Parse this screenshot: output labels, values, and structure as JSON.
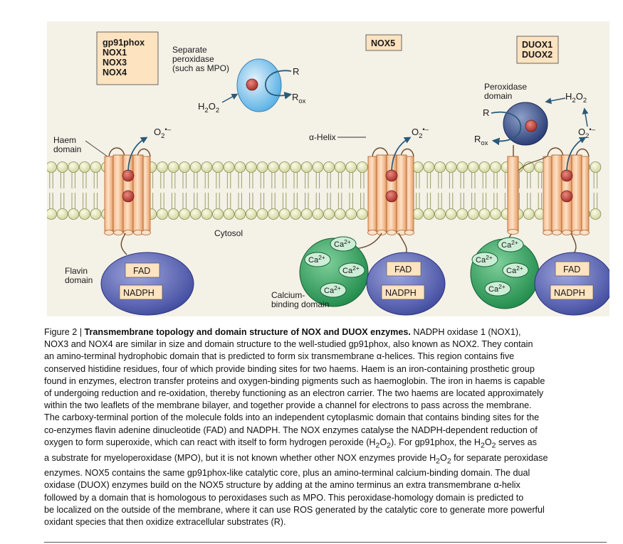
{
  "figure": {
    "groups": {
      "nox": [
        "gp91phox",
        "NOX1",
        "NOX3",
        "NOX4"
      ],
      "nox5": "NOX5",
      "duox": [
        "DUOX1",
        "DUOX2"
      ]
    },
    "labels": {
      "separate_peroxidase": [
        "Separate",
        "peroxidase",
        "(such as MPO)"
      ],
      "peroxidase_domain": [
        "Peroxidase",
        "domain"
      ],
      "haem_domain": [
        "Haem",
        "domain"
      ],
      "alpha_helix": "α-Helix",
      "flavin_domain": [
        "Flavin",
        "domain"
      ],
      "calcium_binding_domain": [
        "Calcium-",
        "binding domain"
      ],
      "cytosol": "Cytosol",
      "fad": "FAD",
      "nadph": "NADPH",
      "ca": "Ca",
      "ca_charge": "2+",
      "r": "R",
      "rox_main": "R",
      "rox_sub": "ox",
      "h2o2_h": "H",
      "h2o2_2": "2",
      "h2o2_o": "O",
      "o2_o": "O",
      "o2_2": "2",
      "o2_dot": "•–"
    }
  },
  "caption": {
    "figure_label": "Figure 2 | ",
    "title": "Transmembrane topology and domain structure of NOX and DUOX enzymes.",
    "line1_rest": " NADPH oxidase 1 (NOX1),",
    "lines": [
      "NOX3 and NOX4 are similar in size and domain structure to the well-studied gp91phox, also known as NOX2. They contain",
      "an amino-terminal hydrophobic domain that is predicted to form six transmembrane α-helices. This region contains five",
      "conserved histidine residues, four of which provide binding sites for two haems. Haem is an iron-containing prosthetic group",
      "found in enzymes, electron transfer proteins and oxygen-binding pigments such as haemoglobin. The iron in haems is capable",
      "of undergoing reduction and re-oxidation, thereby functioning as an electron carrier. The two haems are located approximately",
      "within the two leaflets of the membrane bilayer, and together provide a channel for electrons to pass across the membrane.",
      "The carboxy-terminal portion of the molecule folds into an independent cytoplasmic domain that contains binding sites for the",
      "co-enzymes flavin adenine dinucleotide (FAD) and NADPH. The NOX enzymes catalyse the NADPH-dependent reduction of"
    ],
    "l10_a": "oxygen to form superoxide, which can react with itself to form hydrogen peroxide (H",
    "l10_s1": "2",
    "l10_b": "O",
    "l10_s2": "2",
    "l10_c": "). For gp91phox, the H",
    "l10_s3": "2",
    "l10_d": "O",
    "l10_s4": "2",
    "l10_e": " serves as",
    "l11_a": "a substrate for myeloperoxidase (MPO), but it is not known whether other NOX enzymes provide H",
    "l11_s1": "2",
    "l11_b": "O",
    "l11_s2": "2",
    "l11_c": " for separate peroxidase",
    "lines_end": [
      "enzymes. NOX5 contains the same gp91phox-like catalytic core, plus an amino-terminal calcium-binding domain. The dual",
      "oxidase (DUOX) enzymes build on the NOX5 structure by adding at the amino terminus an extra transmembrane α-helix",
      "followed by a domain that is homologous to peroxidases such as MPO. This peroxidase-homology domain is predicted to",
      "be localized on the outside of the membrane, where it can use ROS generated by the catalytic core to generate more powerful",
      "oxidant species that then oxidize extracellular substrates (R)."
    ]
  }
}
